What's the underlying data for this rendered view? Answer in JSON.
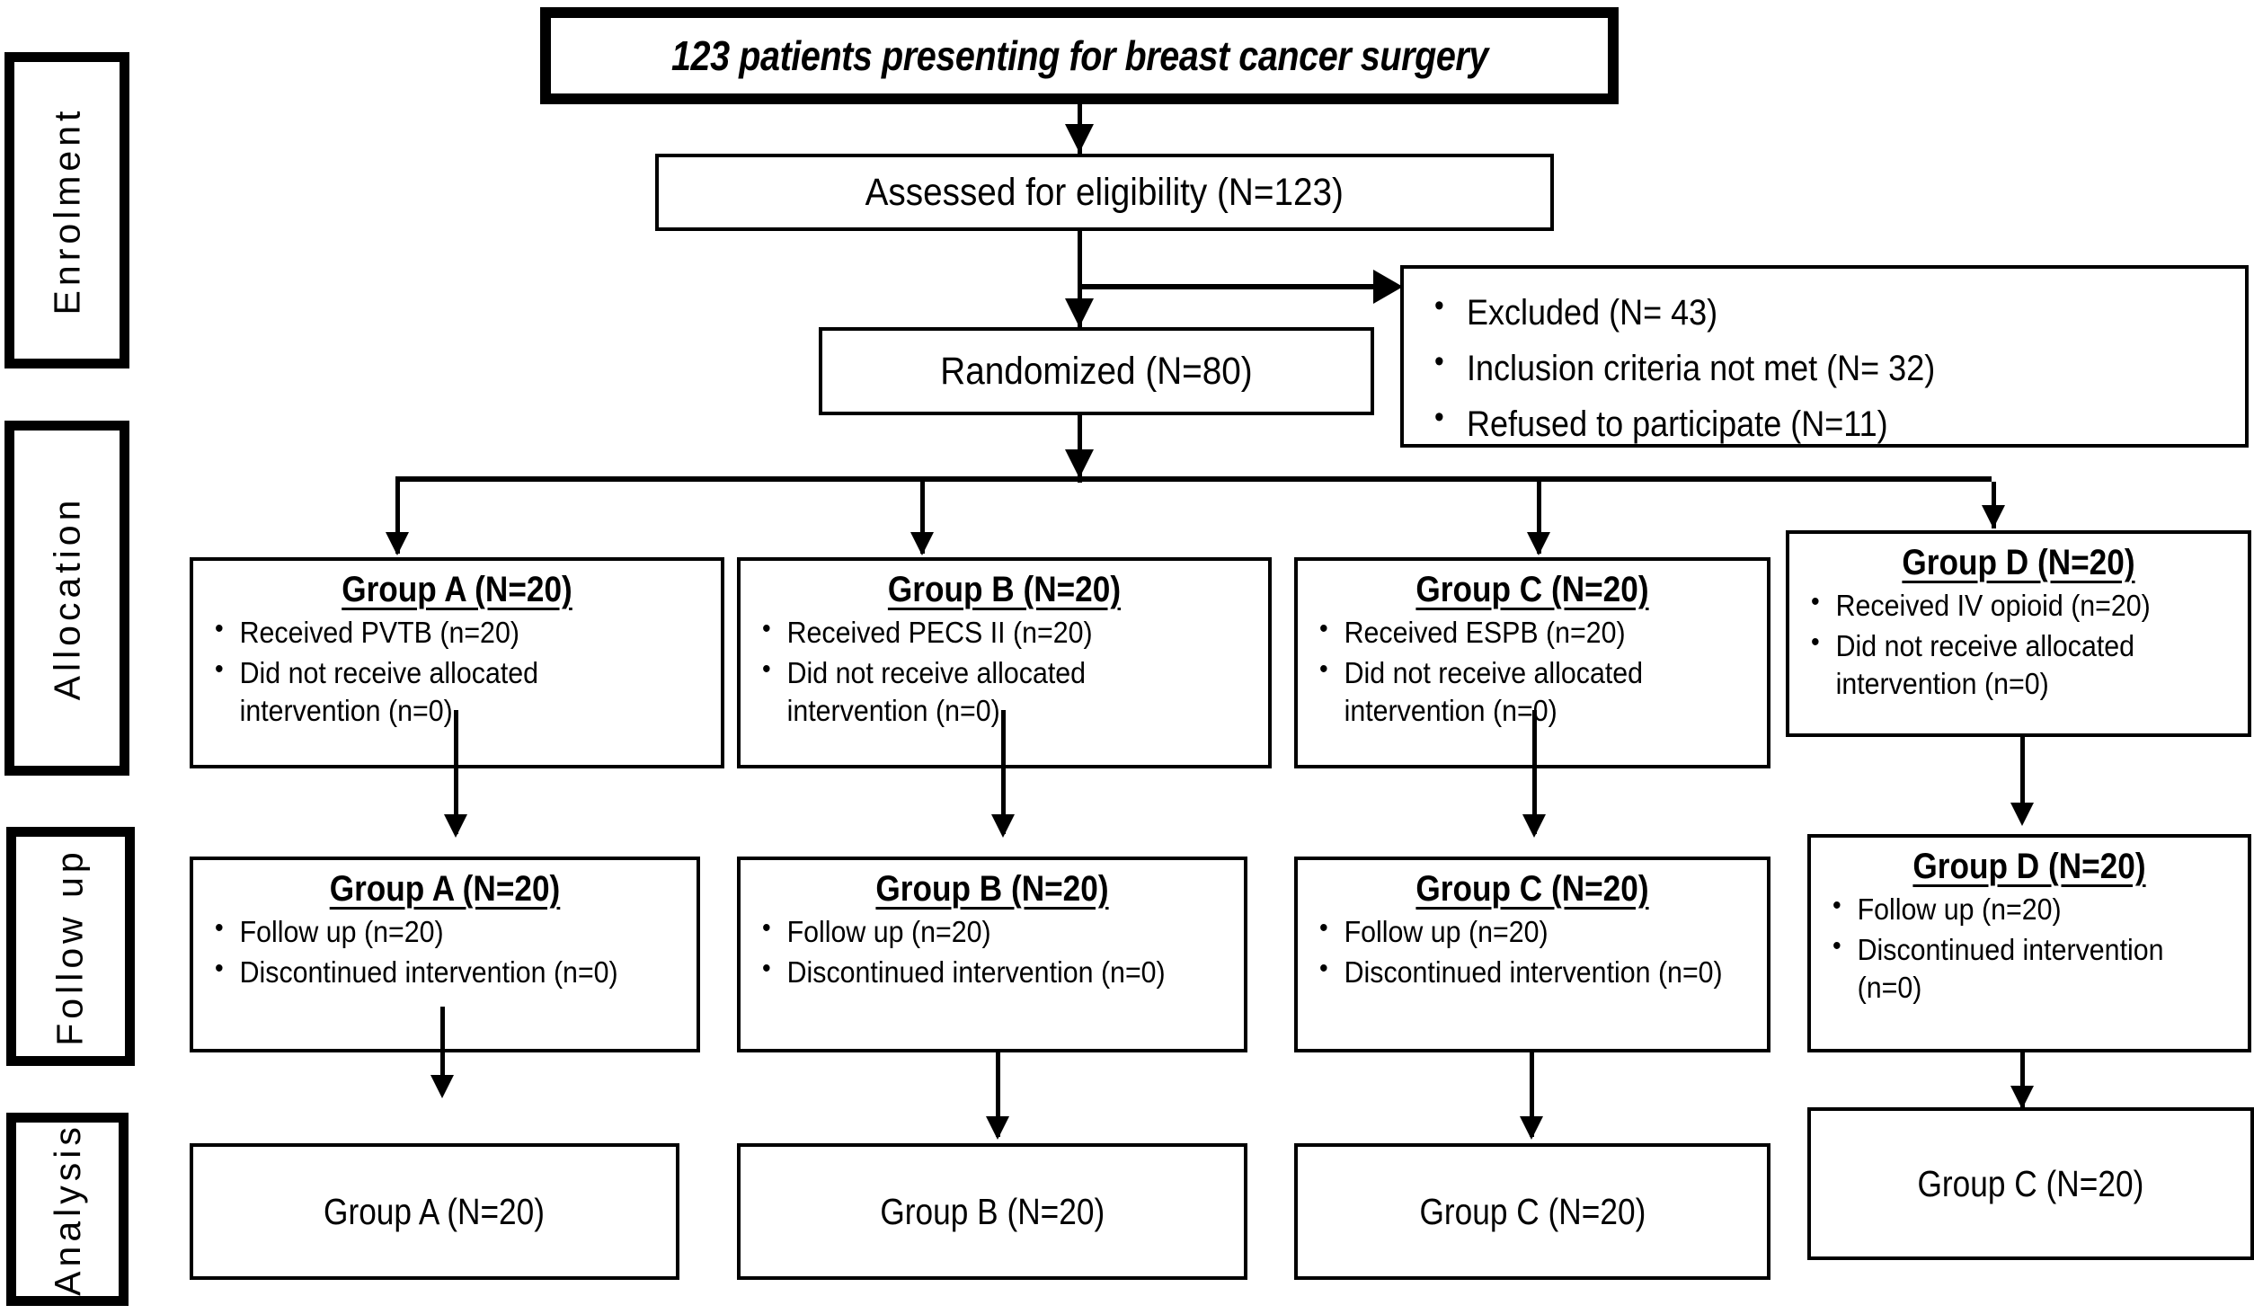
{
  "diagram": {
    "type": "CONSORT flow diagram",
    "stages": [
      {
        "id": "enrolment",
        "label": "Enrolment"
      },
      {
        "id": "allocation",
        "label": "Allocation"
      },
      {
        "id": "followup",
        "label": "Follow up"
      },
      {
        "id": "analysis",
        "label": "Analysis"
      }
    ],
    "title_box": {
      "text": "123 patients presenting for breast cancer surgery"
    },
    "enrolment": {
      "assessed": {
        "text": "Assessed for eligibility (N=123)"
      },
      "randomized": {
        "text": "Randomized (N=80)"
      },
      "excluded": {
        "items": [
          "Excluded (N= 43)",
          "Inclusion criteria not met (N= 32)",
          "Refused to participate (N=11)"
        ]
      }
    },
    "allocation": {
      "groups": [
        {
          "heading": "Group A  (N=20)",
          "bullets": [
            "Received PVTB  (n=20)",
            "Did not receive allocated intervention (n=0)"
          ]
        },
        {
          "heading": "Group B  (N=20)",
          "bullets": [
            "Received PECS II (n=20)",
            "Did not receive allocated intervention (n=0)"
          ]
        },
        {
          "heading": "Group C  (N=20)",
          "bullets": [
            "Received ESPB  (n=20)",
            "Did not receive allocated intervention (n=0)"
          ]
        },
        {
          "heading": "Group D  (N=20)",
          "bullets": [
            "Received IV opioid  (n=20)",
            "Did not receive allocated intervention (n=0)"
          ]
        }
      ]
    },
    "followup": {
      "groups": [
        {
          "heading": "Group A  (N=20)",
          "bullets": [
            "Follow up (n=20)",
            "Discontinued intervention (n=0)"
          ]
        },
        {
          "heading": "Group B (N=20)",
          "bullets": [
            "Follow up (n=20)",
            "Discontinued intervention (n=0)"
          ]
        },
        {
          "heading": "Group C (N=20)",
          "bullets": [
            "Follow up (n=20)",
            "Discontinued intervention (n=0)"
          ]
        },
        {
          "heading": "Group D (N=20)",
          "bullets": [
            "Follow up (n=20)",
            "Discontinued intervention (n=0)"
          ]
        }
      ]
    },
    "analysis": {
      "boxes": [
        {
          "text": "Group A (N=20)"
        },
        {
          "text": "Group B (N=20)"
        },
        {
          "text": "Group C (N=20)"
        },
        {
          "text": "Group C (N=20)"
        }
      ]
    },
    "colors": {
      "ink": "#000000",
      "paper": "#ffffff"
    }
  }
}
